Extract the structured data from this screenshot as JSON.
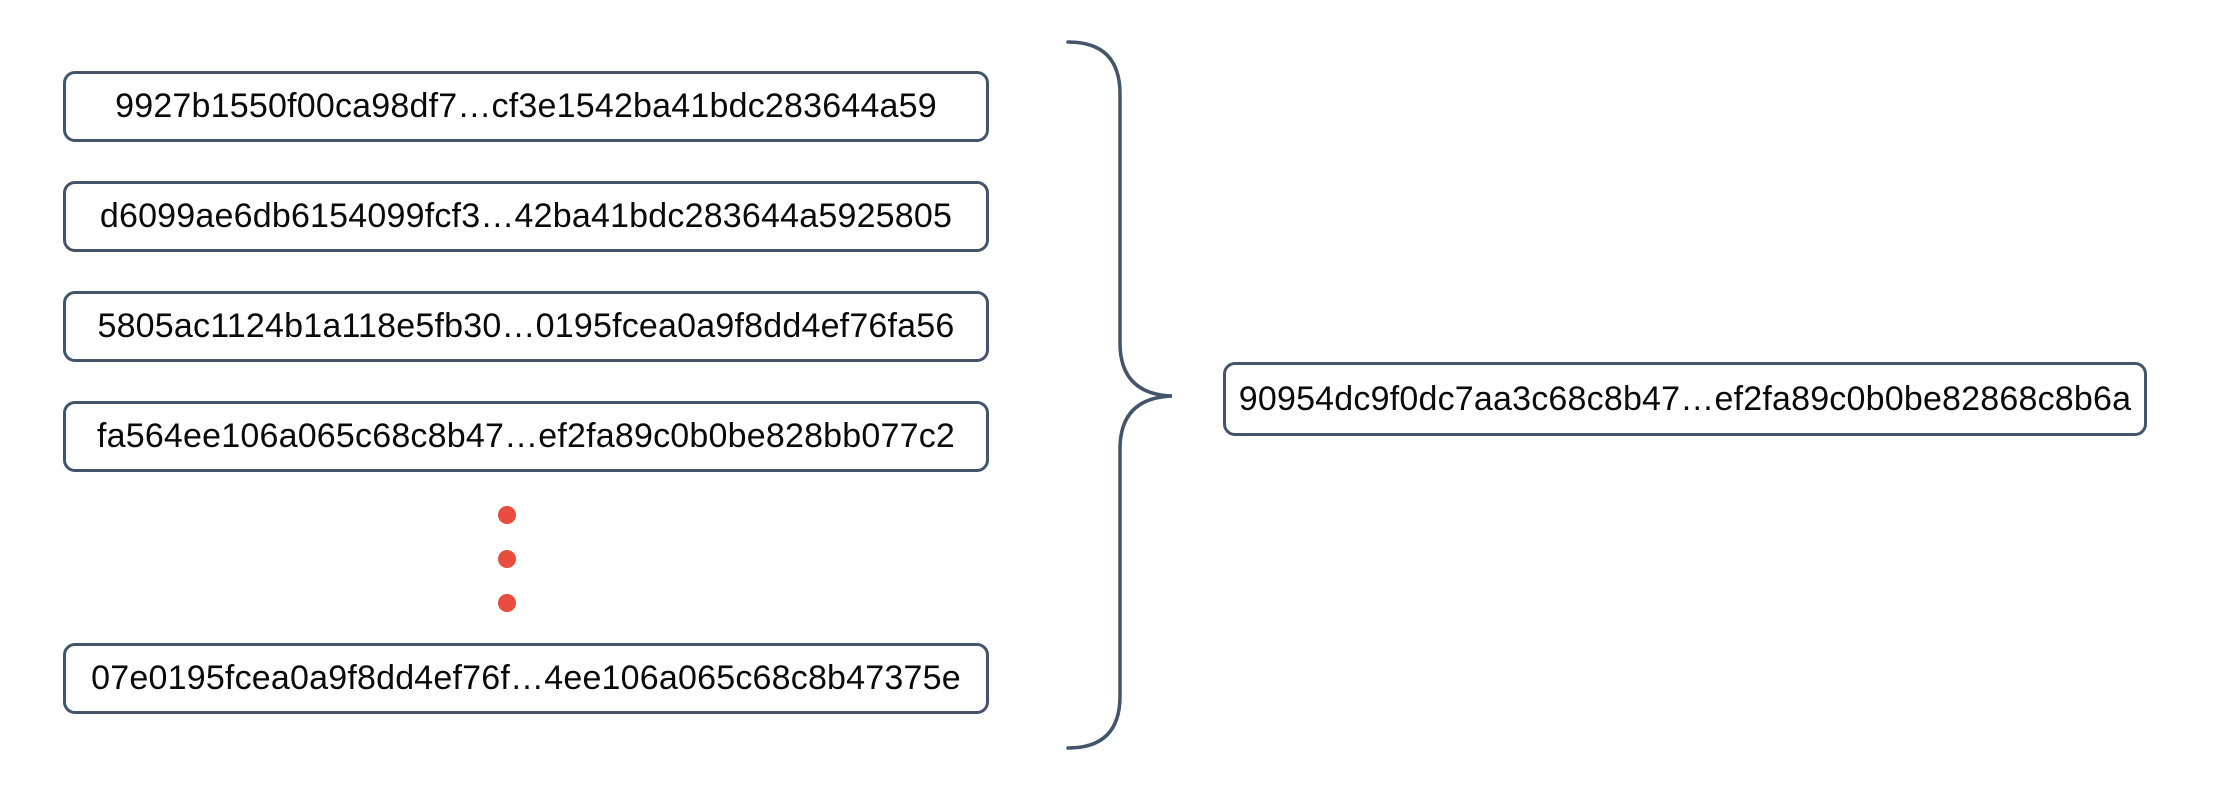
{
  "diagram": {
    "description_hint": "list of hash values combined into a single hash value",
    "left_hashes": [
      "9927b1550f00ca98df7…cf3e1542ba41bdc283644a59",
      "d6099ae6db6154099fcf3…42ba41bdc283644a5925805",
      "5805ac1124b1a118e5fb30…0195fcea0a9f8dd4ef76fa56",
      "fa564ee106a065c68c8b47…ef2fa89c0b0be828bb077c2",
      "07e0195fcea0a9f8dd4ef76f…4ee106a065c68c8b47375e"
    ],
    "result_hash": "90954dc9f0dc7aa3c68c8b47…ef2fa89c0b0be82868c8b6a",
    "ellipsis_dot_count": 3
  },
  "colors": {
    "border": "#44546a",
    "dot": "#e74c3c",
    "text": "#0a0a0a",
    "bg": "#ffffff"
  }
}
